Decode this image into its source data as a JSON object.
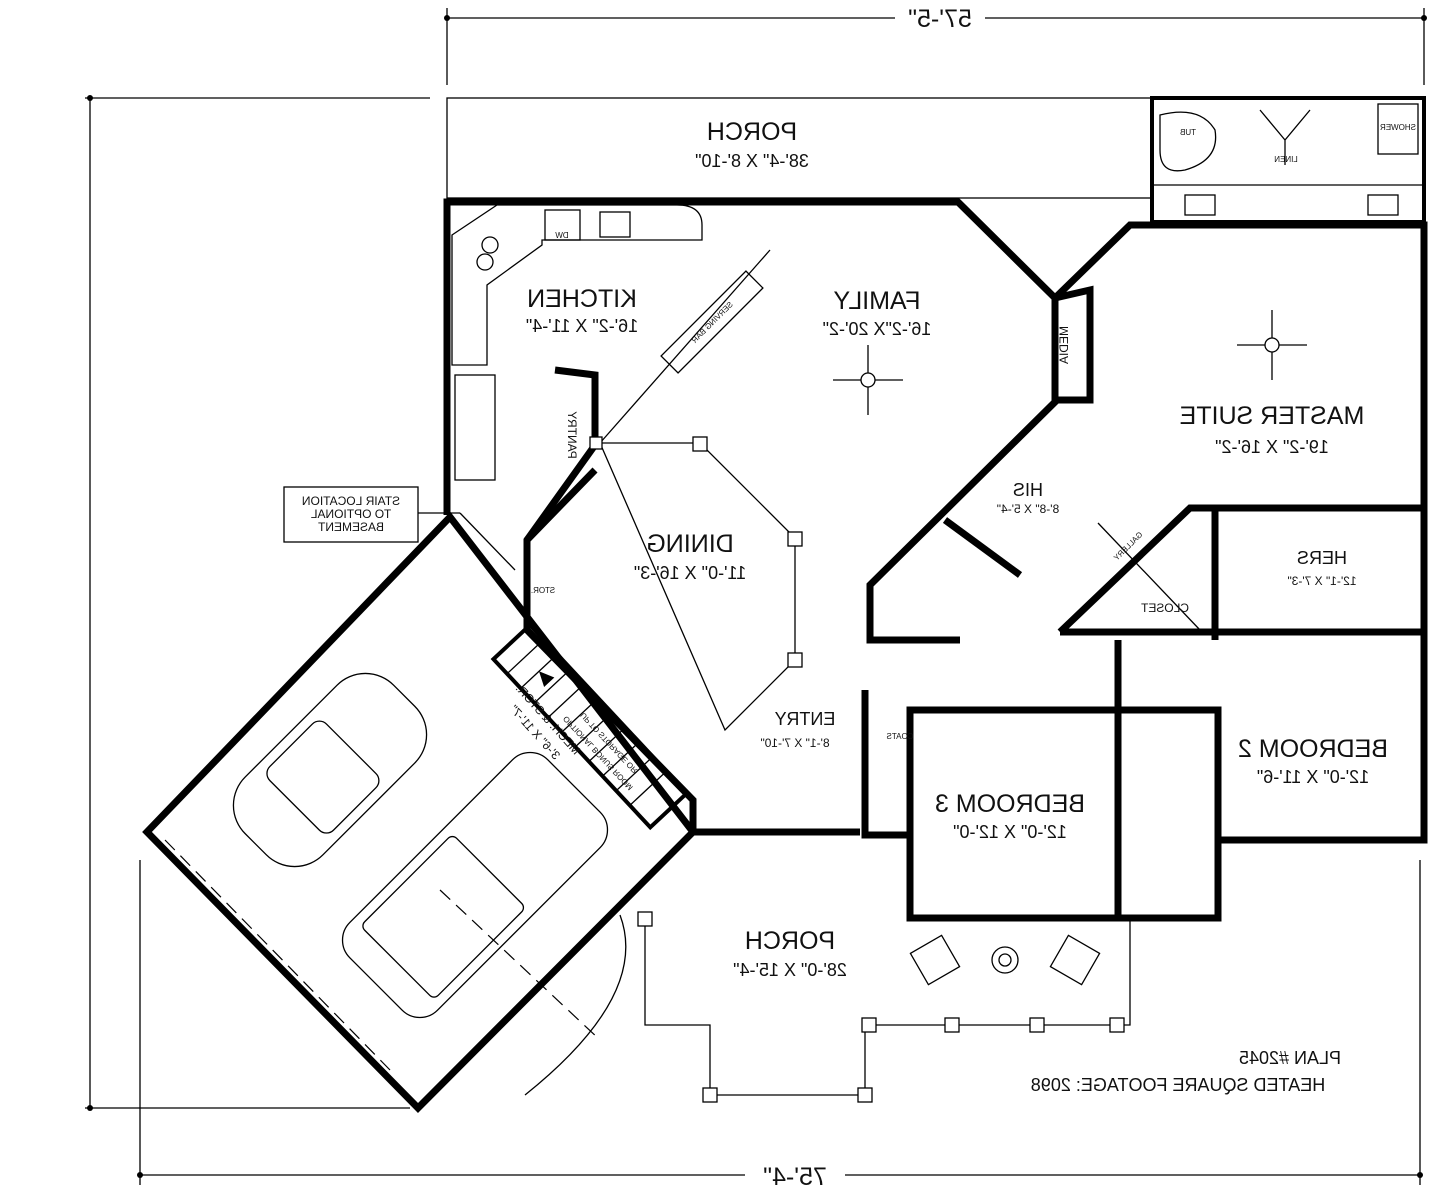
{
  "plan": {
    "plan_number": "PLAN #2045",
    "heated_sqft": "HEATED SQUARE FOOTAGE: 2098"
  },
  "dimensions": {
    "overall_width_top": "57'-5\"",
    "overall_width_bottom": "75'-4\""
  },
  "rooms": {
    "porch_rear": {
      "name": "PORCH",
      "size": "38'-4\" X 8'-10\""
    },
    "kitchen": {
      "name": "KITCHEN",
      "size": "16'-2\" X 11'-4\""
    },
    "family": {
      "name": "FAMILY",
      "size": "16'-2\"X 20'-2\""
    },
    "master_suite": {
      "name": "MASTER SUITE",
      "size": "19'-2\" X 16'-2\""
    },
    "dining": {
      "name": "DINING",
      "size": "11'-0\" X 16'-3\""
    },
    "his": {
      "name": "HIS",
      "size": "8'-8\" X 5'-4\""
    },
    "hers": {
      "name": "HERS",
      "size": "12'-1\" X 7'-3\""
    },
    "entry": {
      "name": "ENTRY",
      "size": "8'-1\" X 7'-10\""
    },
    "bedroom3": {
      "name": "BEDROOM 3",
      "size": "12'-0\" X 12'-0\""
    },
    "bedroom2": {
      "name": "BEDROOM 2",
      "size": "12'-0\" X 11'-6\""
    },
    "porch_front": {
      "name": "PORCH",
      "size": "28'-0\" X 15'-4\""
    },
    "mech": {
      "name": "MECH. & STOR.",
      "size": "3'-6\" X 11'-7\""
    }
  },
  "labels": {
    "closet": "CLOSET",
    "gallery": "GALLERY",
    "coats": "COATS",
    "media": "MEDIA",
    "pantry": "PANTRY",
    "serving_bar": "SERVING BAR",
    "stor": "STOR.",
    "tub": "TUB",
    "linen": "LINEN",
    "shower": "SHOWER",
    "dw": "DW",
    "stair_note": [
      "STAIR LOCATION",
      "TO OPTIONAL",
      "BASEMENT"
    ],
    "stairs_note": [
      "UP TO STORAGE OR",
      "OPTIONAL BONUS ROOM"
    ]
  }
}
